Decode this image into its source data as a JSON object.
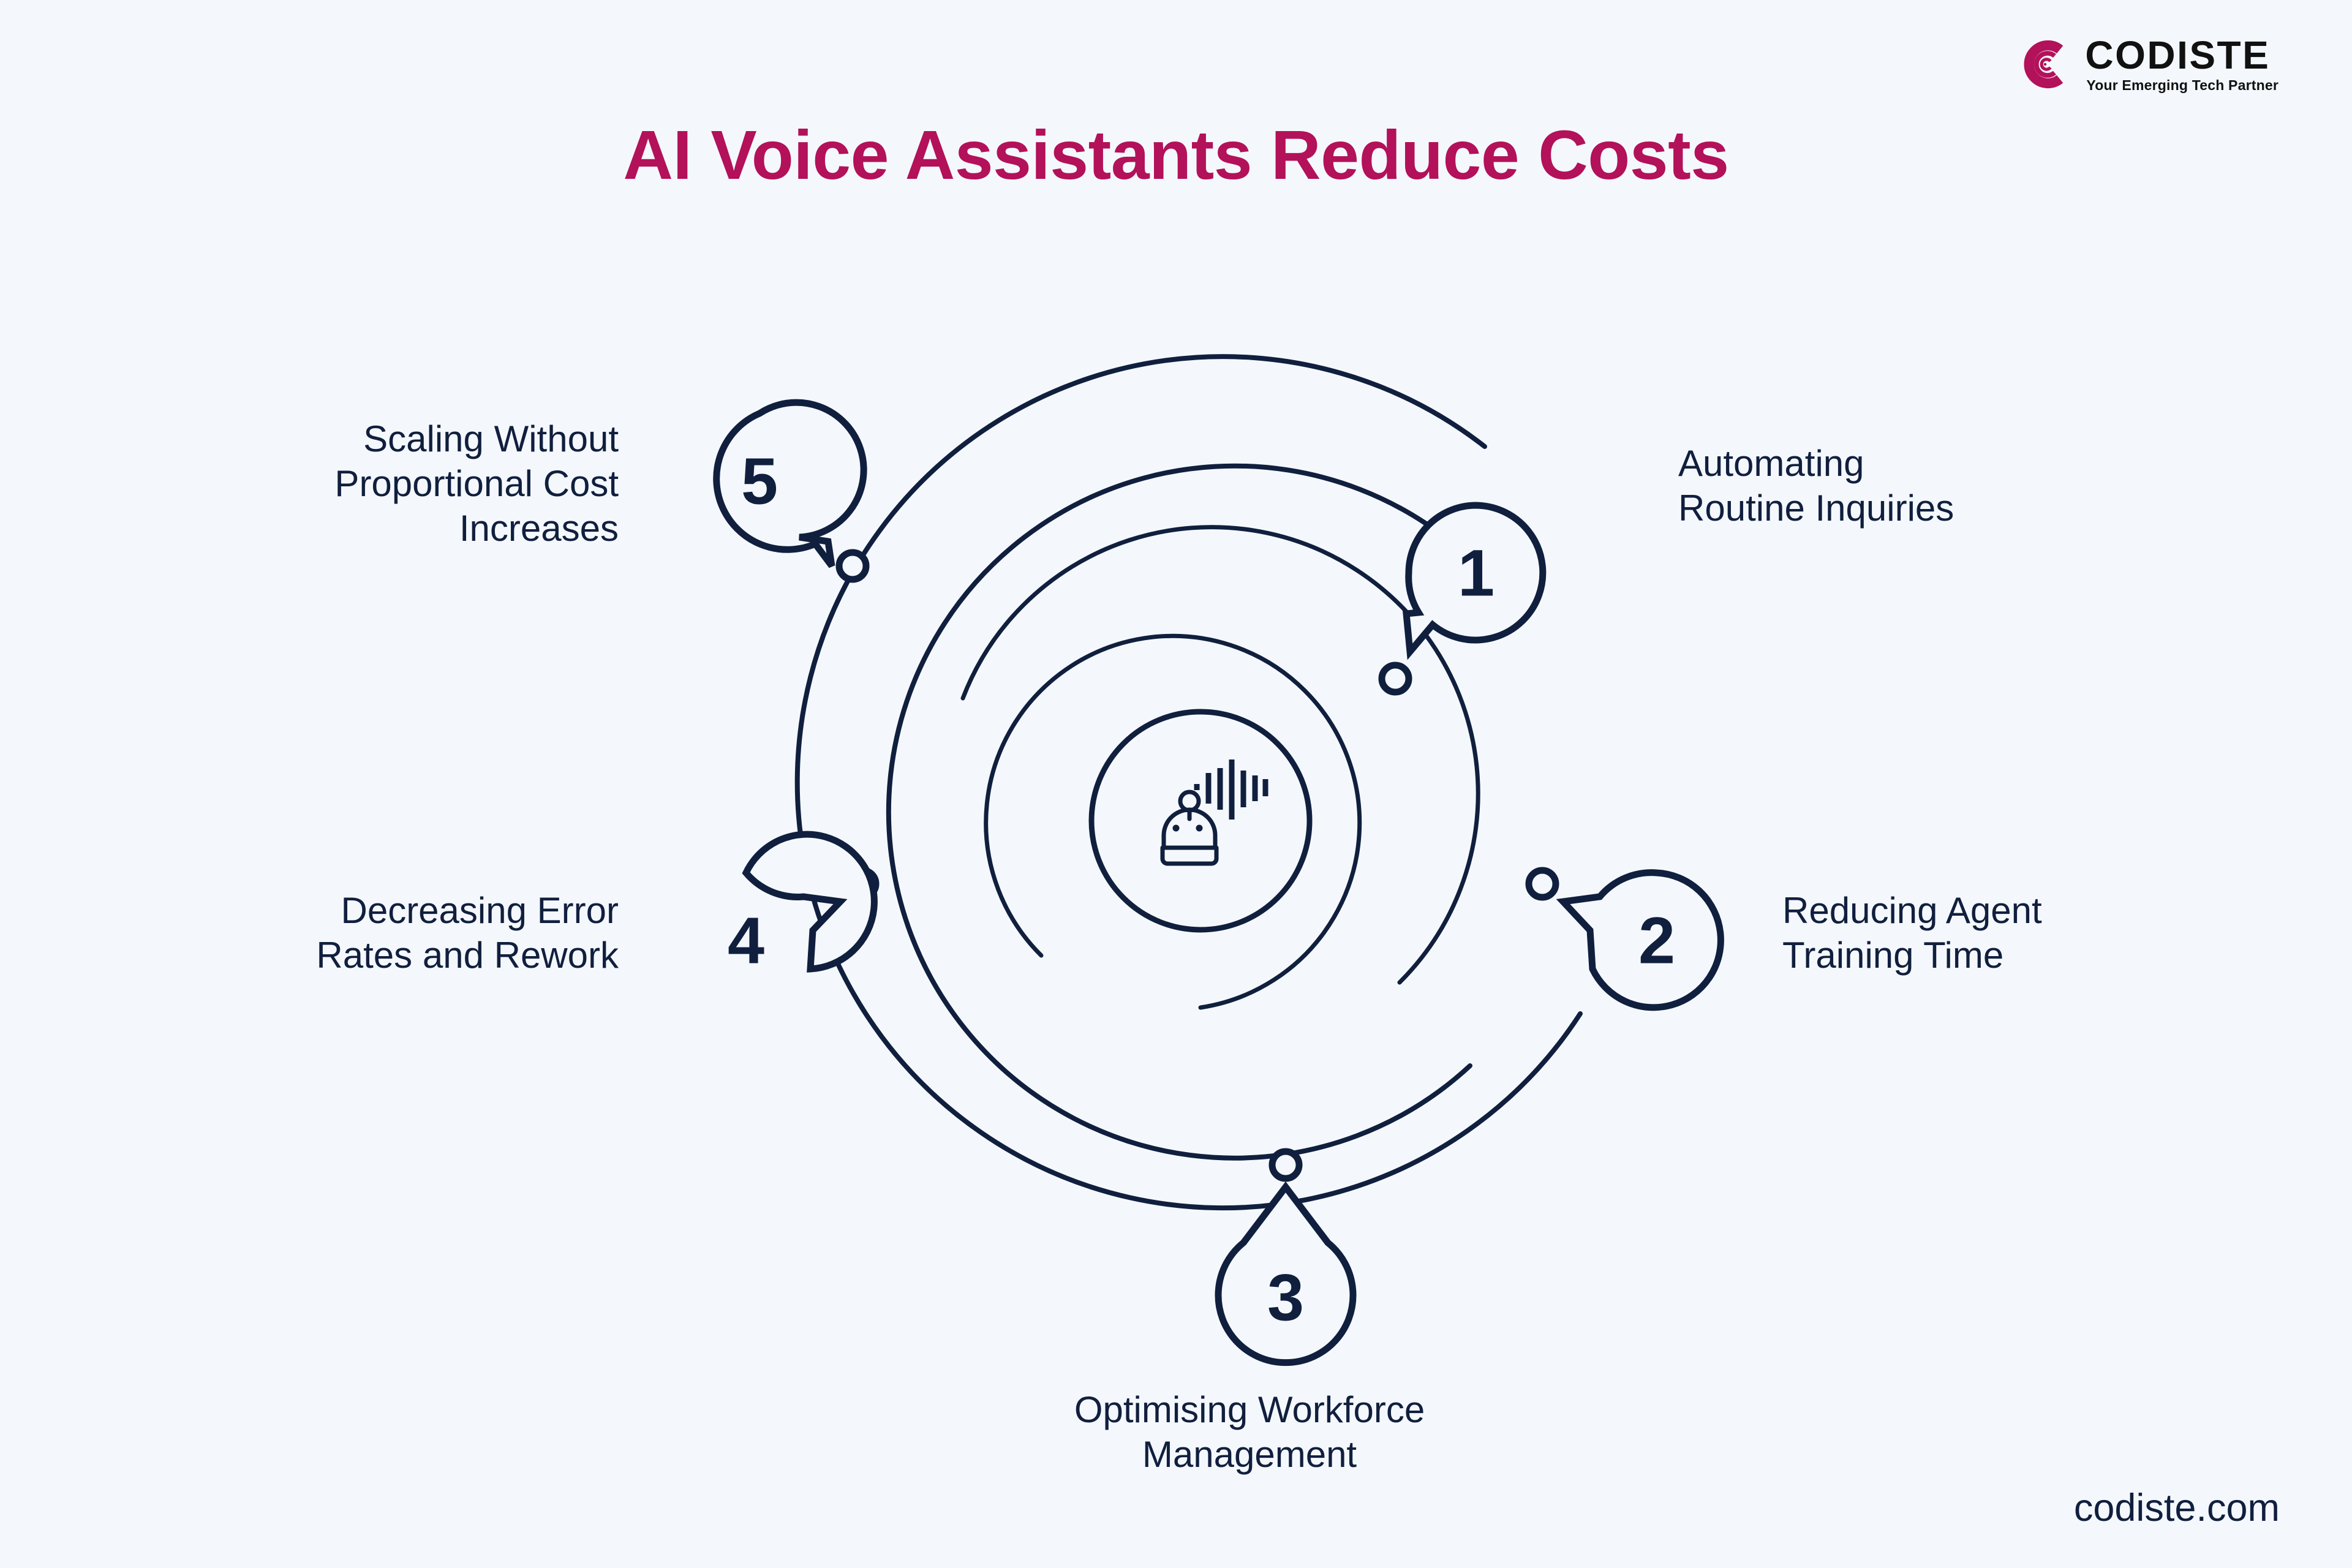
{
  "background_color": "#f4f8fc",
  "accent_color": "#b3115a",
  "ink_color": "#111f3e",
  "header": {
    "title": "AI Voice Assistants Reduce Costs"
  },
  "logo": {
    "brand": "CODISTE",
    "tagline": "Your Emerging Tech Partner",
    "mark_icon": "codiste-concentric-c-icon",
    "mark_color": "#b3115a"
  },
  "center": {
    "icon": "voice-assistant-robot-icon",
    "sound_bars": [
      18,
      70,
      108,
      150,
      100,
      72,
      52
    ]
  },
  "chart_data": {
    "type": "diagram",
    "title": "AI Voice Assistants Reduce Costs",
    "layout": "concentric-orbit-rings-with-numbered-callouts",
    "ring_count": 4,
    "items": [
      {
        "number": "1",
        "label": "Automating\nRoutine Inquiries",
        "angle_deg": -52,
        "align": "left"
      },
      {
        "number": "2",
        "label": "Reducing Agent\nTraining Time",
        "angle_deg": 7,
        "align": "left"
      },
      {
        "number": "3",
        "label": "Optimising Workforce\nManagement",
        "angle_deg": 88,
        "align": "center"
      },
      {
        "number": "4",
        "label": "Decreasing Error\nRates and Rework",
        "angle_deg": 176,
        "align": "right"
      },
      {
        "number": "5",
        "label": "Scaling Without\nProportional Cost\nIncreases",
        "angle_deg": -142,
        "align": "right"
      }
    ]
  },
  "markers": {
    "m1": "1",
    "m2": "2",
    "m3": "3",
    "m4": "4",
    "m5": "5"
  },
  "labels": {
    "l1": "Automating\nRoutine Inquiries",
    "l2": "Reducing Agent\nTraining Time",
    "l3": "Optimising Workforce\nManagement",
    "l4": "Decreasing Error\nRates and Rework",
    "l5": "Scaling Without\nProportional Cost\nIncreases"
  },
  "footer": {
    "url": "codiste.com"
  }
}
